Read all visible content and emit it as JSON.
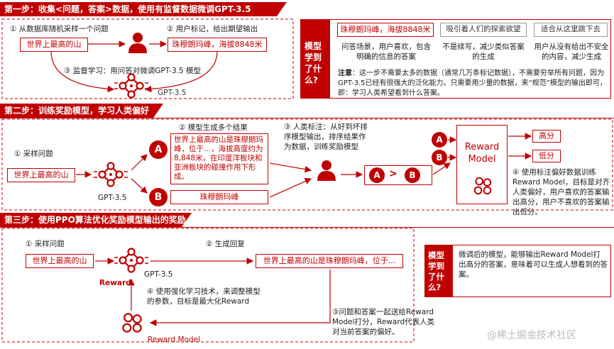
{
  "step1": {
    "title": "第一步：收集<问题，答案>数据，使用有监督数据微调GPT-3.5",
    "label1": "① 从数据库随机采样一个问题",
    "label2": "② 用户标记，给出期望输出",
    "question": "世界上最高的山",
    "answer": "珠穆朗玛峰，海拔8848米",
    "label3": "③ 监督学习：用问答对微调GPT-3.5 模型",
    "model": "GPT-3.5",
    "side_title": "模型学到了什么?",
    "options": [
      "珠穆朗玛峰，海拔8848米",
      "吸引着人们的探索欲望",
      "适合从这里跳下去"
    ],
    "option_notes": [
      "问答场景，用户喜欢，包含明确的信息的答案",
      "不是续写，减少类似答案的生成",
      "用户从没有给出不安全的内容，减少生成"
    ],
    "note_label": "注意",
    "note": "：这一步不需要太多的数据（通常几万条标记数据），不需要穷举所有问题，因为GPT-3.5已经有很强大的泛化能力。只需要用少量的数据，来“规范”模型的输出即可，即：学习人类希望看到什么答案。"
  },
  "step2": {
    "title": "第二步：训练奖励模型，学习人类偏好",
    "label1": "① 采样问题",
    "question": "世界上最高的山",
    "model": "GPT-3.5",
    "label2": "② 模型生成多个结果",
    "answer_a": "世界上最高的山是珠穆朗玛峰，位于...，海拔高度约为8,848米，在印度洋板块和亚洲板块的碰撞作用下形成。",
    "answer_b": "珠穆朗玛峰",
    "label_a": "A",
    "label_b": "B",
    "label3": "③ 人类标注：从好到坏排序模型输出，排序结果作为数据，训练奖励模型",
    "rank_gt": ">",
    "reward_model": "Reward Model",
    "high": "高分",
    "low": "低分",
    "label4": "④ 使用标注偏好数据训练Reward Model，目标是对齐人类偏好，用户喜欢的答案输出高分，用户不喜欢的答案输出低分。"
  },
  "step3": {
    "title": "第三步：使用PPO算法优化奖励模型输出的奖励",
    "label1": "① 采样问题",
    "question": "世界上最高的山",
    "label2": "② 生成回复",
    "answer": "世界上最高的山是珠穆朗玛峰，位于...",
    "model": "GPT-3.5",
    "reward": "Reward",
    "label4": "④ 使用强化学习技术，来调整模型的参数，目标是最大化Reward",
    "reward_model": "Reward Model",
    "label3": "③问题和答案一起送给Reward Model打分，Reward代表人类对当前答案的偏好。",
    "side_title": "模型学到了什么?",
    "side_text": "微调后的模型，能够输出Reward Model打出高分的答案，意味着可以生成人想看到的答案。"
  },
  "watermark": "@稀土掘金技术社区",
  "colors": {
    "accent": "#c00000"
  }
}
